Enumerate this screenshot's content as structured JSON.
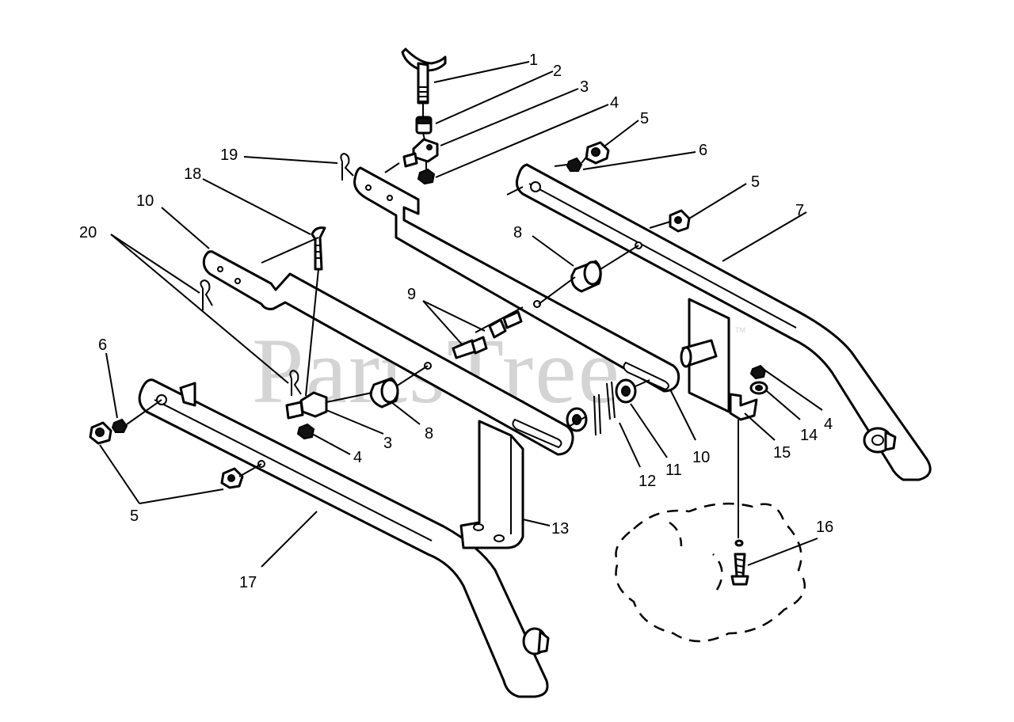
{
  "watermark": {
    "text": "PartsTree",
    "tm": "TM"
  },
  "callouts": [
    {
      "id": "c1",
      "label": "1"
    },
    {
      "id": "c2",
      "label": "2"
    },
    {
      "id": "c3a",
      "label": "3"
    },
    {
      "id": "c4a",
      "label": "4"
    },
    {
      "id": "c5a",
      "label": "5"
    },
    {
      "id": "c6a",
      "label": "6"
    },
    {
      "id": "c19",
      "label": "19"
    },
    {
      "id": "c18",
      "label": "18"
    },
    {
      "id": "c10a",
      "label": "10"
    },
    {
      "id": "c5b",
      "label": "5"
    },
    {
      "id": "c7",
      "label": "7"
    },
    {
      "id": "c20",
      "label": "20"
    },
    {
      "id": "c8a",
      "label": "8"
    },
    {
      "id": "c9",
      "label": "9"
    },
    {
      "id": "c6b",
      "label": "6"
    },
    {
      "id": "c3b",
      "label": "3"
    },
    {
      "id": "c8b",
      "label": "8"
    },
    {
      "id": "c4b",
      "label": "4"
    },
    {
      "id": "c5c",
      "label": "5"
    },
    {
      "id": "c12",
      "label": "12"
    },
    {
      "id": "c11",
      "label": "11"
    },
    {
      "id": "c10b",
      "label": "10"
    },
    {
      "id": "c15",
      "label": "15"
    },
    {
      "id": "c14",
      "label": "14"
    },
    {
      "id": "c4c",
      "label": "4"
    },
    {
      "id": "c13",
      "label": "13"
    },
    {
      "id": "c16",
      "label": "16"
    },
    {
      "id": "c17",
      "label": "17"
    }
  ]
}
